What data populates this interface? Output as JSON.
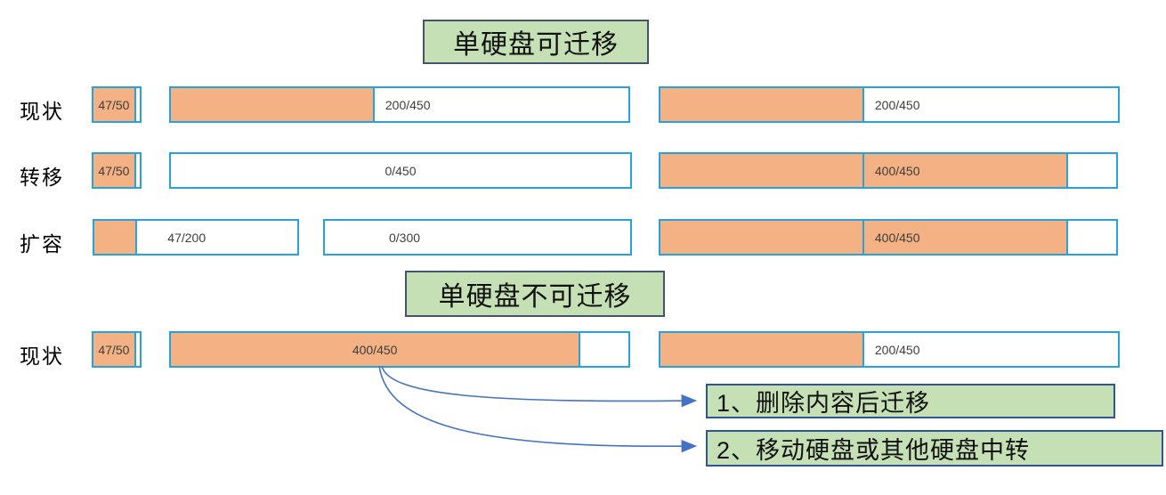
{
  "titles": {
    "migratable": "单硬盘可迁移",
    "not_migratable": "单硬盘不可迁移"
  },
  "rows": [
    {
      "label": "现状",
      "bars": [
        {
          "name": "system-disk",
          "label": "47/50",
          "used": 47,
          "capacity": 50
        },
        {
          "name": "data-disk-1",
          "label": "200/450",
          "used": 200,
          "capacity": 450
        },
        {
          "name": "data-disk-2",
          "label": "200/450",
          "used": 200,
          "capacity": 450
        }
      ]
    },
    {
      "label": "转移",
      "bars": [
        {
          "name": "system-disk",
          "label": "47/50",
          "used": 47,
          "capacity": 50
        },
        {
          "name": "data-disk-1",
          "label": "0/450",
          "used": 0,
          "capacity": 450
        },
        {
          "name": "data-disk-2",
          "label": "400/450",
          "used": 400,
          "capacity": 450
        }
      ]
    },
    {
      "label": "扩容",
      "bars": [
        {
          "name": "system-disk",
          "label": "47/200",
          "used": 47,
          "capacity": 200
        },
        {
          "name": "data-disk-1",
          "label": "0/300",
          "used": 0,
          "capacity": 300
        },
        {
          "name": "data-disk-2",
          "label": "400/450",
          "used": 400,
          "capacity": 450
        }
      ]
    },
    {
      "label": "现状",
      "bars": [
        {
          "name": "system-disk",
          "label": "47/50",
          "used": 47,
          "capacity": 50
        },
        {
          "name": "data-disk-1",
          "label": "400/450",
          "used": 400,
          "capacity": 450
        },
        {
          "name": "data-disk-2",
          "label": "200/450",
          "used": 200,
          "capacity": 450
        }
      ]
    }
  ],
  "notes": [
    {
      "text": "1、删除内容后迁移"
    },
    {
      "text": "2、移动硬盘或其他硬盘中转"
    }
  ],
  "colors": {
    "used_fill": "#F4B183",
    "bar_border": "#28A2DB",
    "box_fill": "#C5E0B4",
    "title_border": "#44546A",
    "note_border": "#2F5597",
    "arrow": "#4472C4"
  }
}
